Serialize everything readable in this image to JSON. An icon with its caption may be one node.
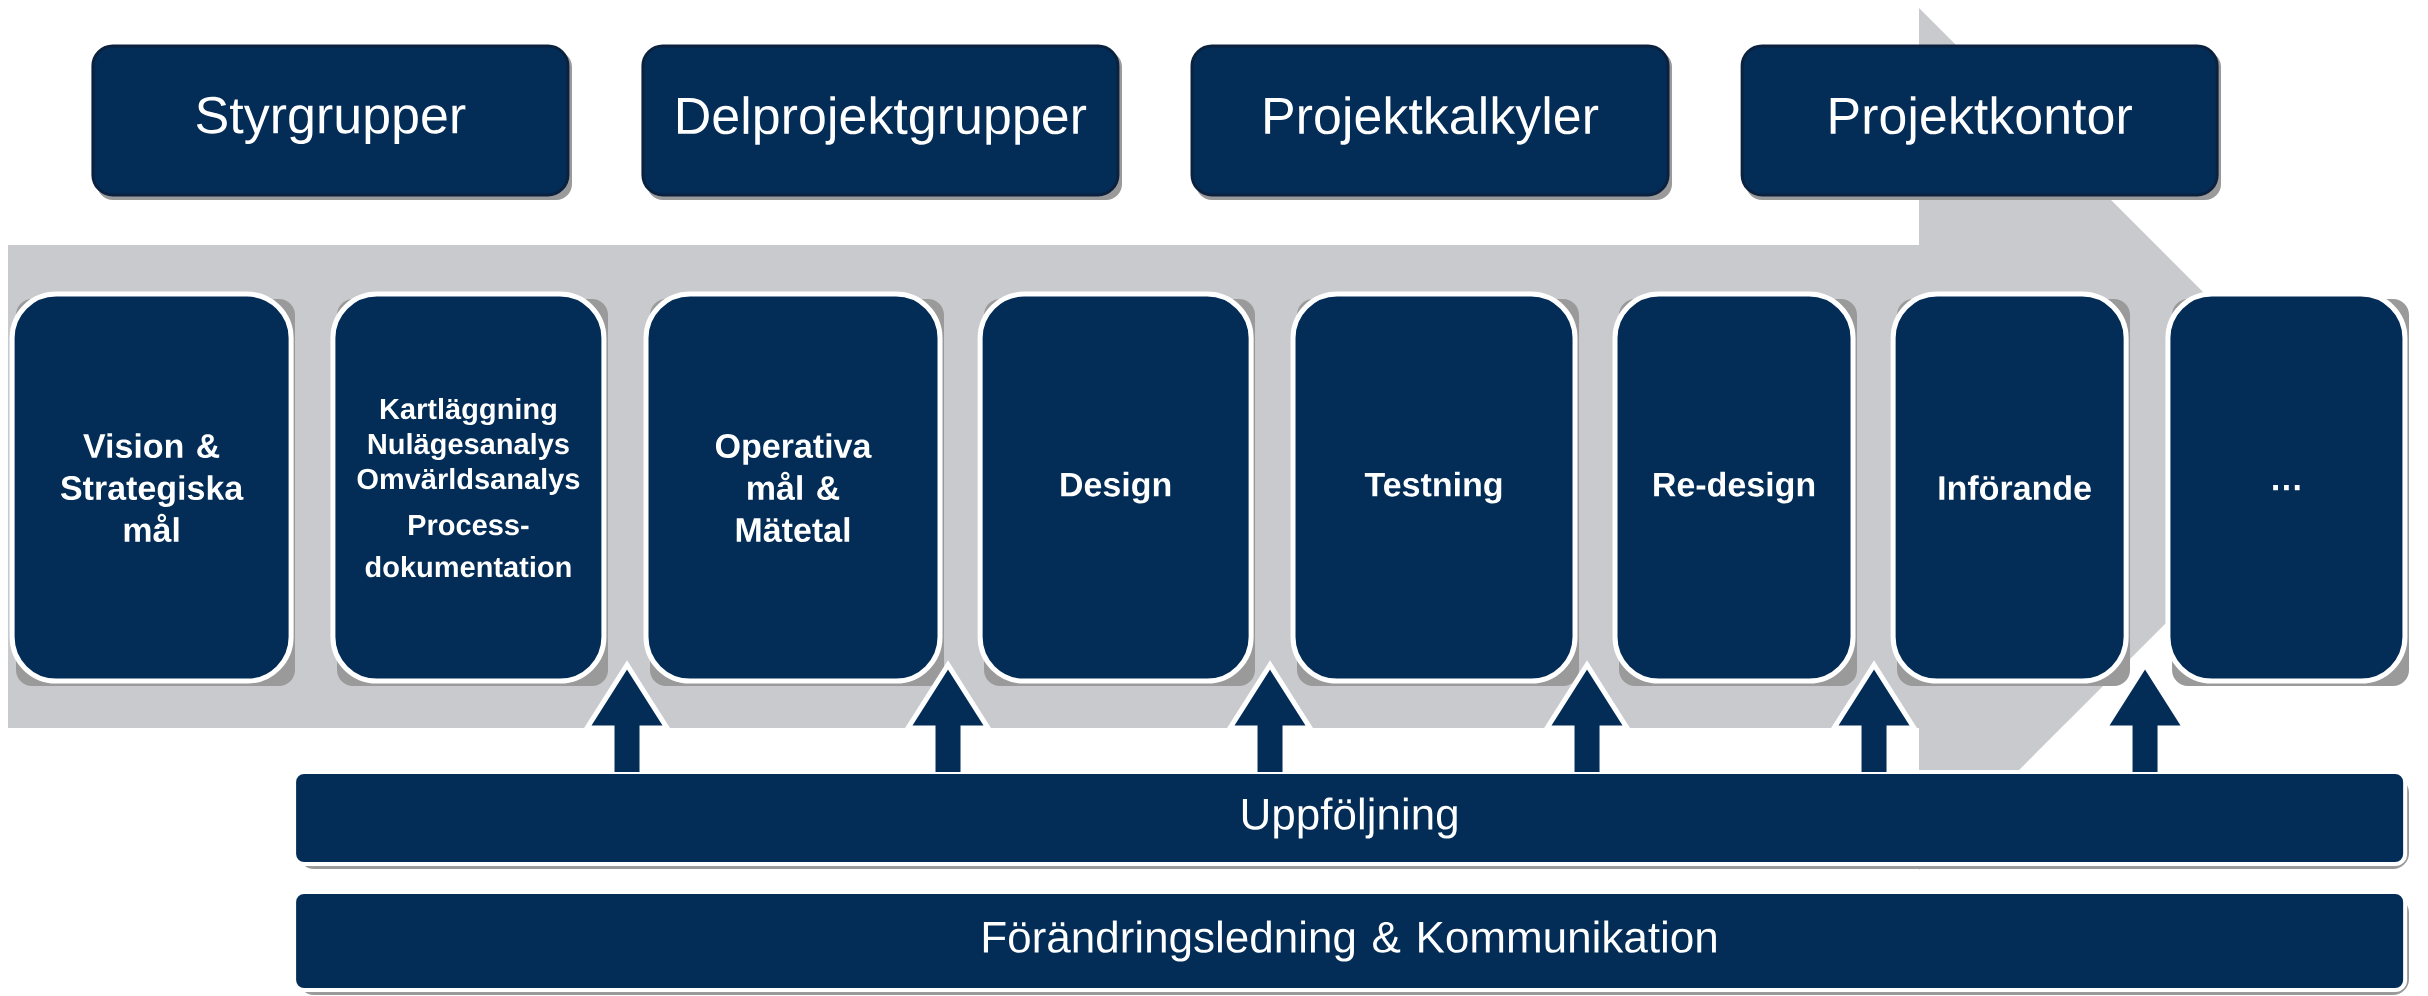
{
  "diagram": {
    "nodes": [
      {
        "text": [
          "Styrgrupper"
        ]
      },
      {
        "text": [
          "Delprojektgrupper"
        ]
      },
      {
        "text": [
          "Projektkalkyler"
        ]
      },
      {
        "text": [
          "Projektkontor"
        ]
      },
      {
        "text": [
          "Vision & Strategiska mål"
        ]
      },
      {
        "text": [
          "Kartläggning",
          "Nulägesanalys",
          "Omvärldsanalys",
          "Process- dokumentation"
        ]
      },
      {
        "text": [
          "Operativa mål & Mätetal"
        ]
      },
      {
        "text": [
          "Design"
        ]
      },
      {
        "text": [
          "Testning"
        ]
      },
      {
        "text": [
          "Re-design"
        ]
      },
      {
        "text": [
          "Införande"
        ]
      },
      {
        "text": [
          "…"
        ]
      },
      {
        "text": [
          "Uppföljning"
        ]
      },
      {
        "text": [
          "Förändringsledning & Kommunikation"
        ]
      }
    ],
    "edges": [
      {
        "from": 12,
        "to": null,
        "arrow": "to"
      },
      {
        "from": 12,
        "to": null,
        "arrow": "to"
      },
      {
        "from": 12,
        "to": null,
        "arrow": "to"
      },
      {
        "from": 12,
        "to": null,
        "arrow": "to"
      },
      {
        "from": 12,
        "to": null,
        "arrow": "to"
      },
      {
        "from": 12,
        "to": null,
        "arrow": "to"
      },
      {
        "from": 4,
        "to": 11,
        "arrow": "to",
        "style": "thick",
        "color": "#c9cace"
      }
    ]
  }
}
